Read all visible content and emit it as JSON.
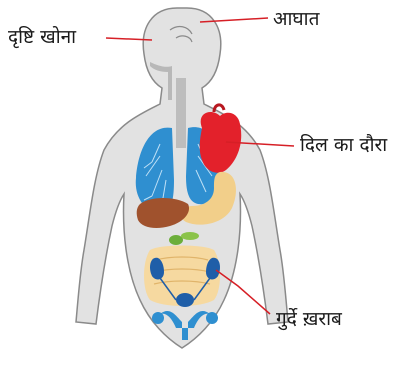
{
  "labels": {
    "vision_loss": "दृष्टि खोना",
    "stroke": "आघात",
    "heart_attack": "दिल का दौरा",
    "kidney_failure": "गुर्दे ख़राब"
  },
  "colors": {
    "body": "#dcdcdc",
    "body_outline": "#8a8a8a",
    "leader_line": "#d61f26",
    "lungs": "#2f8fd0",
    "heart": "#e3212b",
    "liver": "#a0522d",
    "stomach": "#f2cf8a",
    "intestine": "#f6d9a0",
    "kidneys": "#1f5ea8",
    "bladder": "#2f8fd0",
    "gallbladder": "#6cae3a"
  }
}
